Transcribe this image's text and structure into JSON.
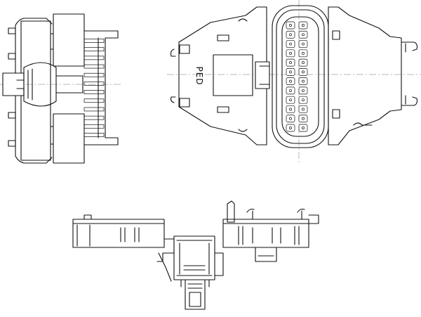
{
  "drawing": {
    "front_view": {
      "label": "PED",
      "pin_rows": 12,
      "pin_columns": 2
    },
    "side_view": {
      "terminal_count": 12
    }
  }
}
